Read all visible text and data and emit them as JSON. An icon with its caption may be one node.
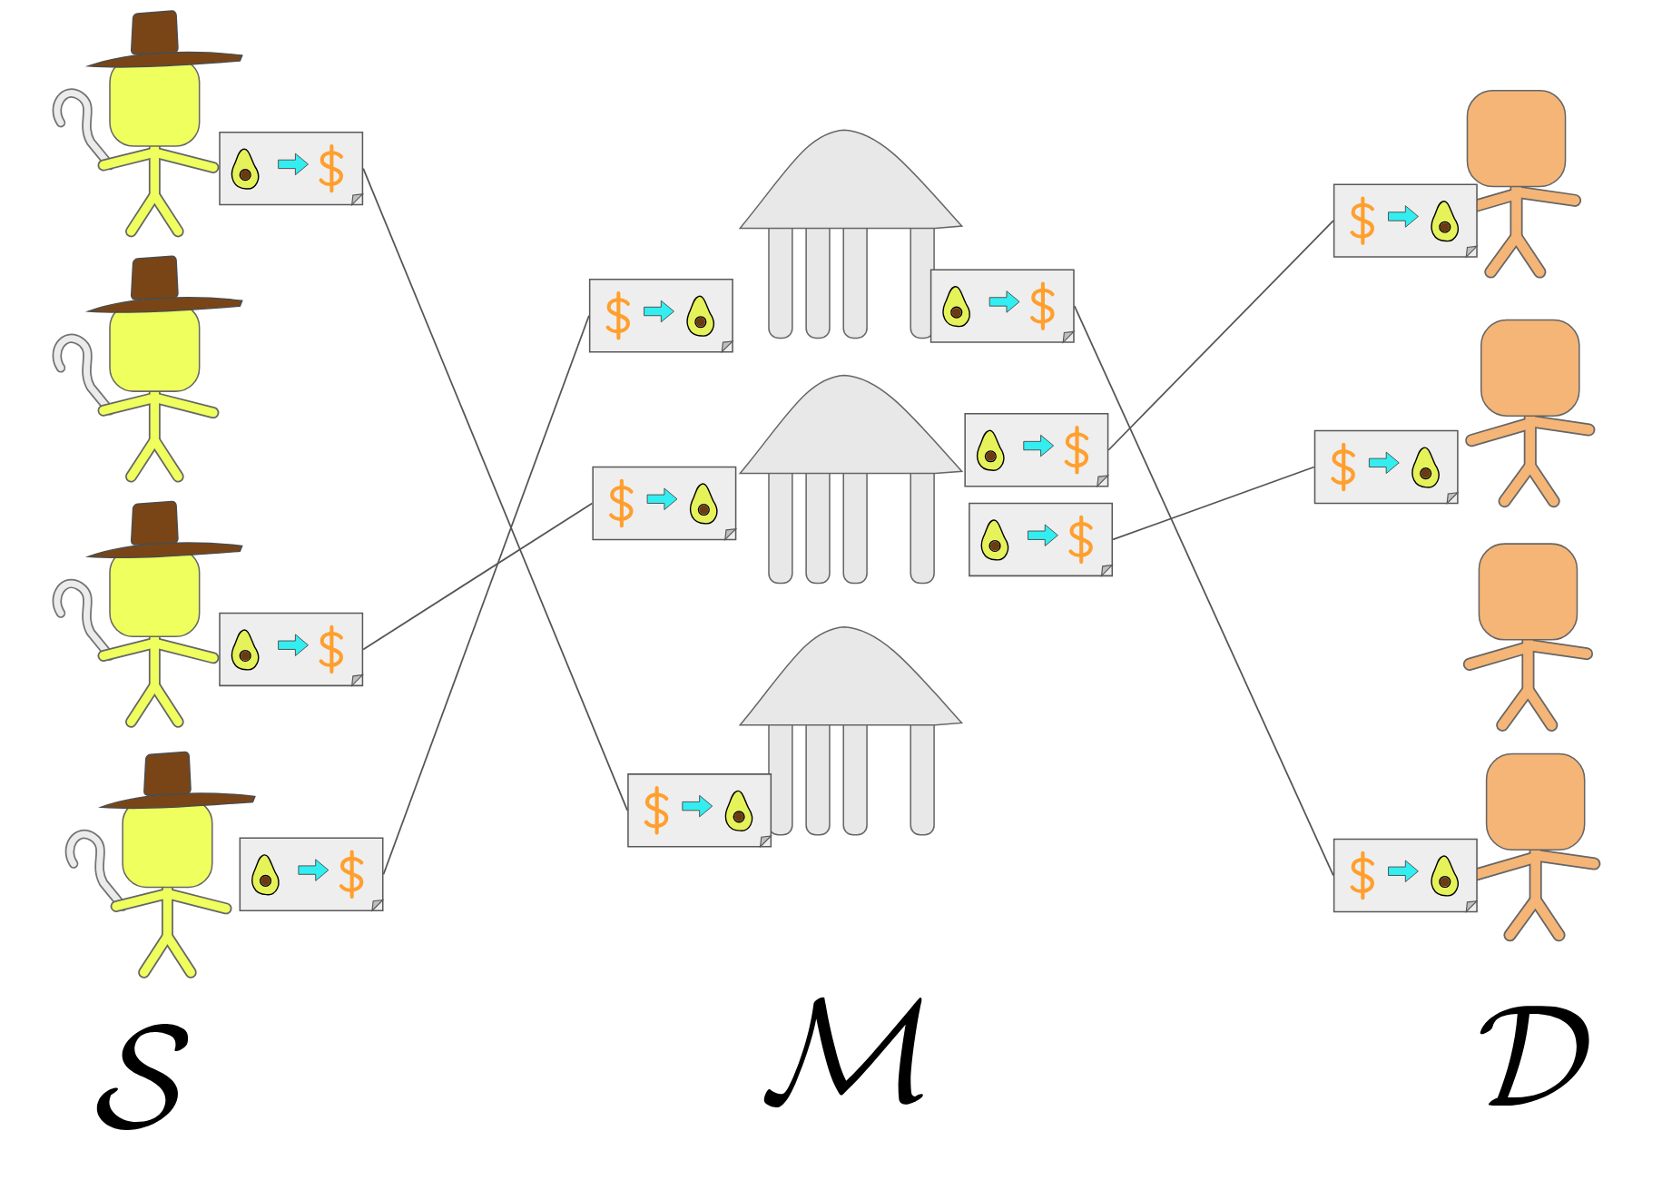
{
  "diagram": {
    "nodes": [
      {
        "text": [],
        "shape": "box"
      },
      {
        "text": [],
        "shape": "box"
      },
      {
        "text": [],
        "shape": "box"
      },
      {
        "text": [],
        "shape": "box"
      },
      {
        "text": [],
        "shape": "box"
      },
      {
        "text": [],
        "shape": "box"
      },
      {
        "text": [],
        "shape": "box"
      },
      {
        "text": [],
        "shape": "box"
      },
      {
        "text": [],
        "shape": "box"
      },
      {
        "text": [],
        "shape": "box"
      },
      {
        "text": [],
        "shape": "box"
      },
      {
        "text": [],
        "shape": "box"
      }
    ],
    "edges": [
      {
        "from": 0,
        "to": 8,
        "arrow": "none"
      },
      {
        "from": 1,
        "to": 5,
        "arrow": "none"
      },
      {
        "from": 2,
        "to": 3,
        "arrow": "none"
      },
      {
        "from": 4,
        "to": 11,
        "arrow": "none"
      },
      {
        "from": 6,
        "to": 9,
        "arrow": "none"
      },
      {
        "from": 7,
        "to": 10,
        "arrow": "none"
      }
    ],
    "labels": [
      "\\mathcal{S}",
      "\\mathcal{M}",
      "\\mathcal{D}"
    ]
  }
}
